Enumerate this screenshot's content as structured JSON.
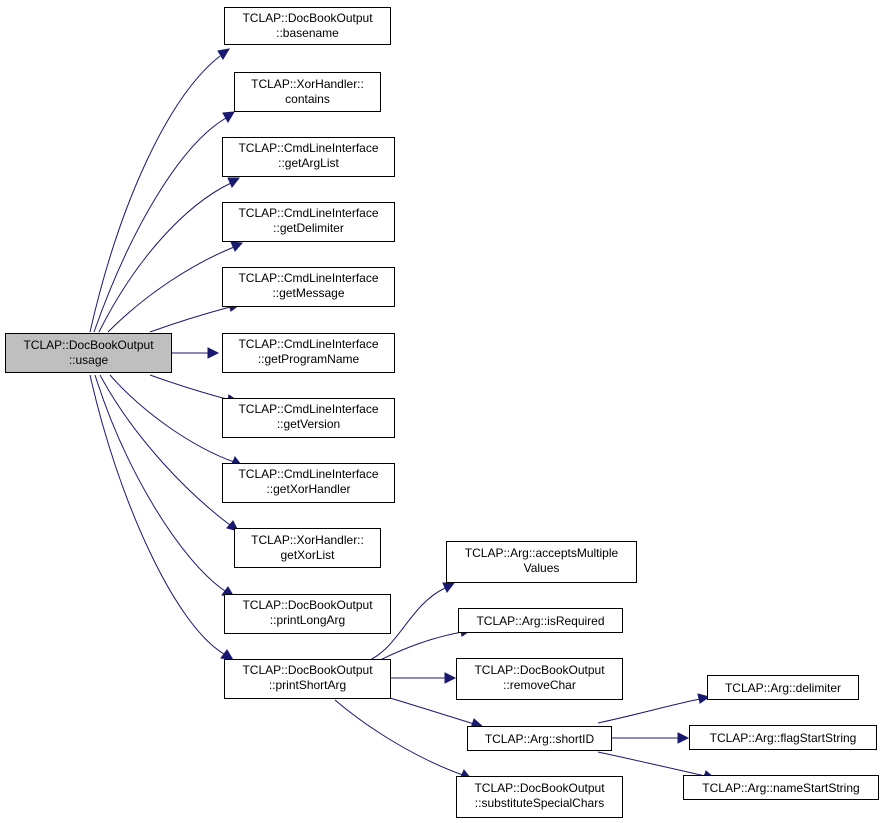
{
  "graph": {
    "root": {
      "line1": "TCLAP::DocBookOutput",
      "line2": "::usage"
    },
    "nodes": [
      {
        "id": "n1",
        "line1": "TCLAP::DocBookOutput",
        "line2": "::basename"
      },
      {
        "id": "n2",
        "line1": "TCLAP::XorHandler::",
        "line2": "contains"
      },
      {
        "id": "n3",
        "line1": "TCLAP::CmdLineInterface",
        "line2": "::getArgList"
      },
      {
        "id": "n4",
        "line1": "TCLAP::CmdLineInterface",
        "line2": "::getDelimiter"
      },
      {
        "id": "n5",
        "line1": "TCLAP::CmdLineInterface",
        "line2": "::getMessage"
      },
      {
        "id": "n6",
        "line1": "TCLAP::CmdLineInterface",
        "line2": "::getProgramName"
      },
      {
        "id": "n7",
        "line1": "TCLAP::CmdLineInterface",
        "line2": "::getVersion"
      },
      {
        "id": "n8",
        "line1": "TCLAP::CmdLineInterface",
        "line2": "::getXorHandler"
      },
      {
        "id": "n9",
        "line1": "TCLAP::XorHandler::",
        "line2": "getXorList"
      },
      {
        "id": "n10",
        "line1": "TCLAP::DocBookOutput",
        "line2": "::printLongArg"
      },
      {
        "id": "n11",
        "line1": "TCLAP::DocBookOutput",
        "line2": "::printShortArg"
      },
      {
        "id": "n12",
        "line1": "TCLAP::Arg::acceptsMultiple",
        "line2": "Values"
      },
      {
        "id": "n13",
        "line1": "TCLAP::Arg::isRequired",
        "line2": ""
      },
      {
        "id": "n14",
        "line1": "TCLAP::DocBookOutput",
        "line2": "::removeChar"
      },
      {
        "id": "n15",
        "line1": "TCLAP::Arg::shortID",
        "line2": ""
      },
      {
        "id": "n16",
        "line1": "TCLAP::DocBookOutput",
        "line2": "::substituteSpecialChars"
      },
      {
        "id": "n17",
        "line1": "TCLAP::Arg::delimiter",
        "line2": ""
      },
      {
        "id": "n18",
        "line1": "TCLAP::Arg::flagStartString",
        "line2": ""
      },
      {
        "id": "n19",
        "line1": "TCLAP::Arg::nameStartString",
        "line2": ""
      }
    ],
    "edges": [
      {
        "from": "root",
        "to": "n1"
      },
      {
        "from": "root",
        "to": "n2"
      },
      {
        "from": "root",
        "to": "n3"
      },
      {
        "from": "root",
        "to": "n4"
      },
      {
        "from": "root",
        "to": "n5"
      },
      {
        "from": "root",
        "to": "n6"
      },
      {
        "from": "root",
        "to": "n7"
      },
      {
        "from": "root",
        "to": "n8"
      },
      {
        "from": "root",
        "to": "n9"
      },
      {
        "from": "root",
        "to": "n10"
      },
      {
        "from": "root",
        "to": "n11"
      },
      {
        "from": "n11",
        "to": "n12"
      },
      {
        "from": "n11",
        "to": "n13"
      },
      {
        "from": "n11",
        "to": "n14"
      },
      {
        "from": "n11",
        "to": "n15"
      },
      {
        "from": "n11",
        "to": "n16"
      },
      {
        "from": "n15",
        "to": "n17"
      },
      {
        "from": "n15",
        "to": "n18"
      },
      {
        "from": "n15",
        "to": "n19"
      }
    ],
    "colors": {
      "edge": "#191970",
      "root_fill": "#bfbfbf",
      "node_fill": "#ffffff",
      "border": "#000000"
    }
  }
}
